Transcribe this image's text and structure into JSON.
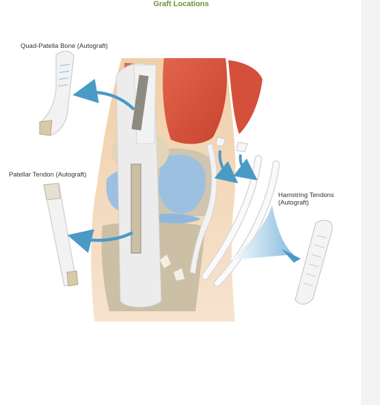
{
  "title": "Graft Locations",
  "labels": {
    "quad_patella": "Quad-Patella Bone (Autograft)",
    "patellar_tendon": "Patellar Tendon (Autograft)",
    "hamstring_line1": "Hamstring Tendons",
    "hamstring_line2": "(Autograft)"
  },
  "colors": {
    "title": "#6f8f2f",
    "arrow": "#4a9ac6",
    "muscle": "#d9533e",
    "skin": "#efc9a0",
    "bone": "#cfc5b0",
    "cartilage": "#9cc0e0",
    "tendon": "#f2f2f2"
  }
}
